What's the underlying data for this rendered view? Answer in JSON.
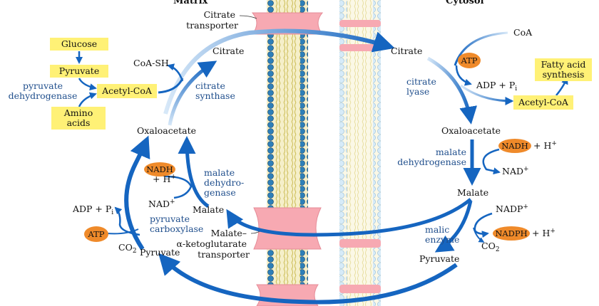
{
  "colors": {
    "arrow": "#1565c0",
    "arrow_light": "#bcd8f3",
    "membrane_head": "#2e7fb8",
    "membrane_tail": "#e8d87a",
    "membrane_head_outer": "#cfe6f5",
    "transporter": "#f7a9b2",
    "box": "#fff176",
    "pill": "#ef8a2a",
    "enzyme_text": "#1f4e8c"
  },
  "headers": {
    "left": "Matrix",
    "right": "Cytosol"
  },
  "transporters": {
    "citrate": "Citrate\ntransporter",
    "malate": "Malate–\nα-ketoglutarate\ntransporter"
  },
  "boxes": {
    "glucose": "Glucose",
    "pyruvate": "Pyruvate",
    "acetyl_coa_matrix": "Acetyl-CoA",
    "amino_acids": "Amino\nacids",
    "acetyl_coa_cytosol": "Acetyl-CoA",
    "fatty_acid": "Fatty acid\nsynthesis"
  },
  "pills": {
    "atp_left": "ATP",
    "nadh_left": "NADH",
    "atp_right": "ATP",
    "nadh_right": "NADH",
    "nadph_right": "NADPH"
  },
  "labels": {
    "coa_sh": "CoA-SH",
    "citrate_matrix": "Citrate",
    "oxaloacetate_matrix": "Oxaloacetate",
    "malate_matrix": "Malate",
    "pyruvate_matrix": "Pyruvate",
    "adp_pi_left": "ADP + Pi",
    "co2_left": "CO2",
    "nad_left": "NAD+",
    "h_left": "+ H+",
    "citrate_cytosol": "Citrate",
    "coa_cytosol": "CoA",
    "adp_pi_right": "ADP + Pi",
    "oxaloacetate_cytosol": "Oxaloacetate",
    "h_right": "+ H+",
    "nad_right": "NAD+",
    "malate_cytosol": "Malate",
    "nadp_right": "NADP+",
    "h_nadph": "+ H+",
    "co2_right": "CO2",
    "pyruvate_cytosol": "Pyruvate"
  },
  "enzymes": {
    "pyruvate_dehydrogenase": "pyruvate\ndehydrogenase",
    "citrate_synthase": "citrate\nsynthase",
    "pyruvate_carboxylase": "pyruvate\ncarboxylase",
    "malate_dh_matrix": "malate\ndehydro-\ngenase",
    "citrate_lyase": "citrate\nlyase",
    "malate_dh_cytosol": "malate\ndehydrogenase",
    "malic_enzyme": "malic\nenzyme"
  }
}
